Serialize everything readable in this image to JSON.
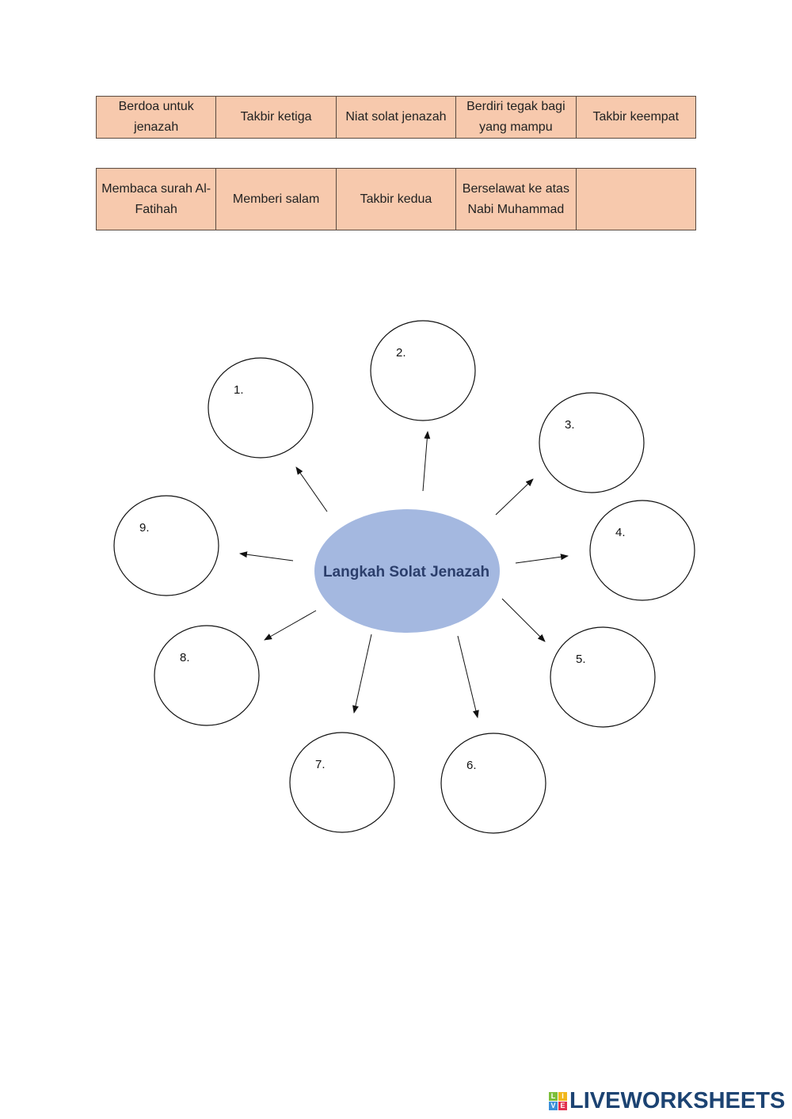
{
  "cards_row1": [
    "Berdoa untuk jenazah",
    "Takbir ketiga",
    "Niat solat jenazah",
    "Berdiri tegak bagi yang mampu",
    "Takbir keempat"
  ],
  "cards_row2": [
    "Membaca surah Al-Fatihah",
    "Memberi salam",
    "Takbir kedua",
    "Berselawat ke atas Nabi Muhammad",
    ""
  ],
  "diagram": {
    "center": "Langkah Solat Jenazah",
    "center_color": "#a4b8e0",
    "nodes": [
      "1.",
      "2.",
      "3.",
      "4.",
      "5.",
      "6.",
      "7.",
      "8.",
      "9."
    ]
  },
  "card_color": "#f7c9ad",
  "logo": {
    "letters": [
      "L",
      "I",
      "V",
      "E"
    ],
    "text": "LIVEWORKSHEETS"
  }
}
